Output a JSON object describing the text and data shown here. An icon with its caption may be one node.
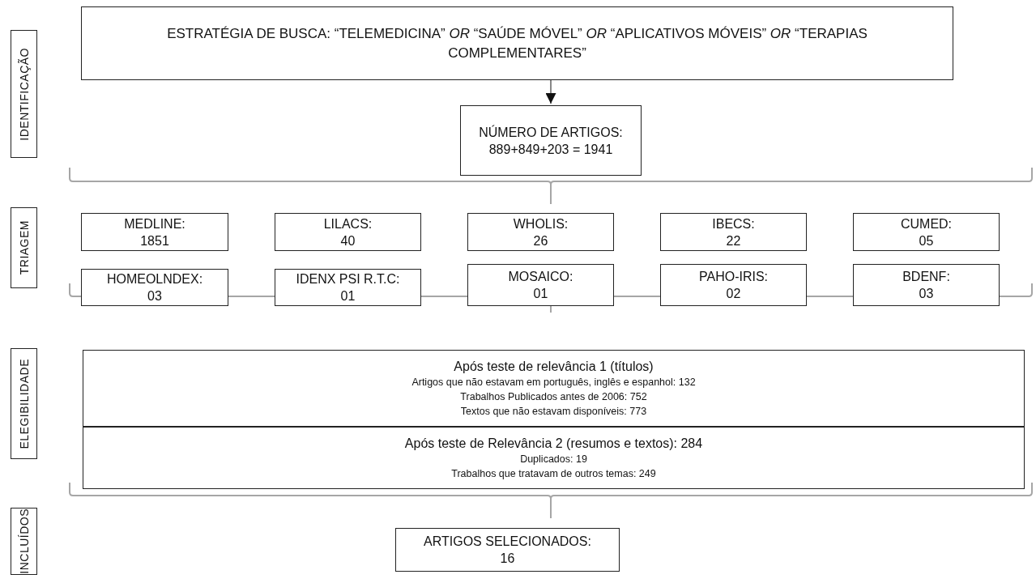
{
  "diagram": {
    "nodes": [
      {
        "text": [
          "IDENTIFICAÇÃO"
        ]
      },
      {
        "text": [
          "ESTRATÉGIA DE BUSCA: “TELEMEDICINA” *OR* “SAÚDE MÓVEL” *OR* “APLICATIVOS MÓVEIS” *OR* “TERAPIAS COMPLEMENTARES”"
        ]
      },
      {
        "text": [
          "NÚMERO DE ARTIGOS:",
          "889+849+203 = 1941"
        ]
      },
      {
        "text": [
          "TRIAGEM"
        ]
      },
      {
        "text": [
          "MEDLINE:",
          "1851"
        ]
      },
      {
        "text": [
          "LILACS:",
          "40"
        ]
      },
      {
        "text": [
          "WHOLIS:",
          "26"
        ]
      },
      {
        "text": [
          "IBECS:",
          "22"
        ]
      },
      {
        "text": [
          "CUMED:",
          "05"
        ]
      },
      {
        "text": [
          "HOMEOLNDEX:",
          "03"
        ]
      },
      {
        "text": [
          "IDENX PSI R.T.C:",
          "01"
        ]
      },
      {
        "text": [
          "MOSAICO:",
          "01"
        ]
      },
      {
        "text": [
          "PAHO-IRIS:",
          "02"
        ]
      },
      {
        "text": [
          "BDENF:",
          "03"
        ]
      },
      {
        "text": [
          "ELEGIBILIDADE"
        ]
      },
      {
        "text": [
          "Após teste de relevância 1 (títulos)",
          "Artigos que não estavam em português, inglês e espanhol: 132",
          "Trabalhos Publicados antes de 2006: 752",
          "Textos que não estavam disponíveis: 773"
        ]
      },
      {
        "text": [
          "Após teste de Relevância 2 (resumos e textos): 284",
          "Duplicados: 19",
          "Trabalhos que tratavam de outros temas: 249"
        ]
      },
      {
        "text": [
          "INCLUÍDOS"
        ]
      },
      {
        "text": [
          "ARTIGOS SELECIONADOS:",
          "16"
        ]
      }
    ],
    "edges": [
      {
        "from": 1,
        "to": 2,
        "arrow": "to"
      }
    ]
  }
}
